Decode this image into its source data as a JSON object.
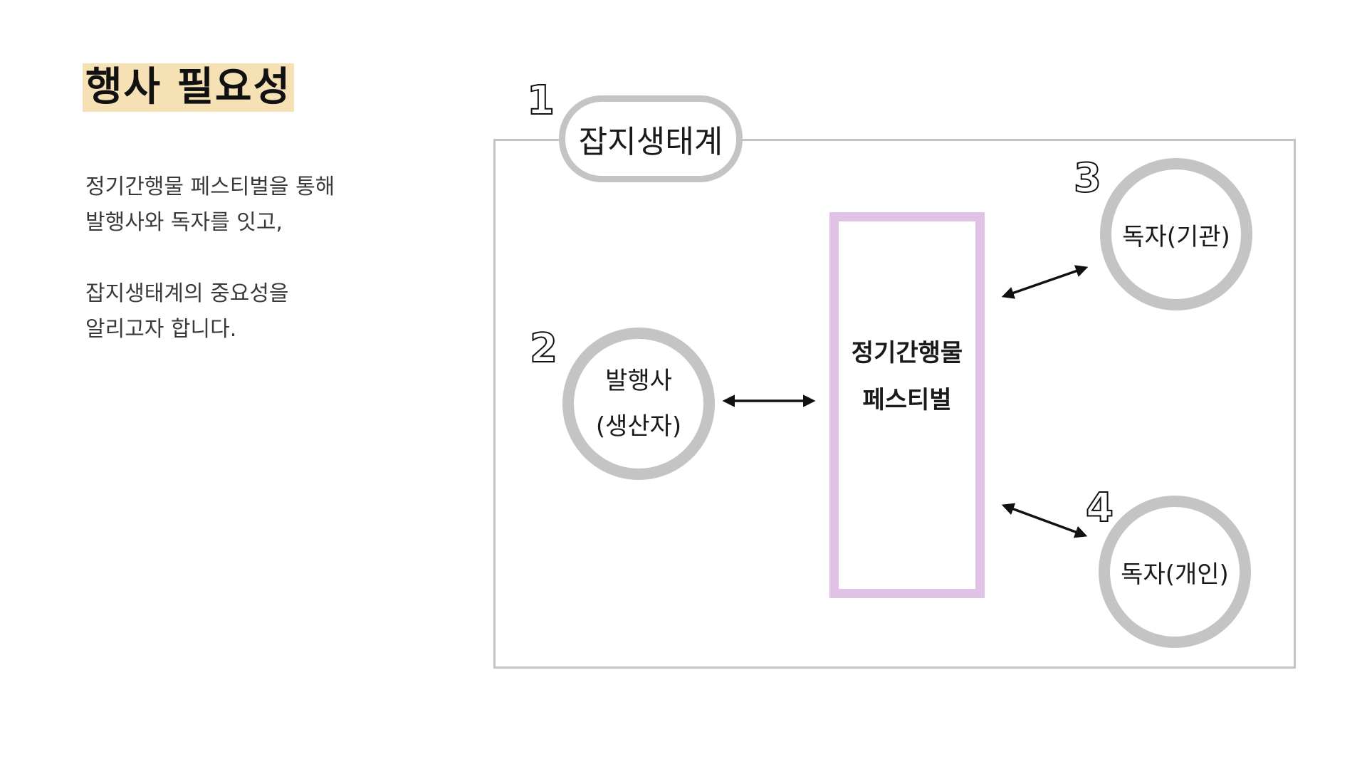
{
  "title": "행사 필요성",
  "description": {
    "lines": [
      "정기간행물 페스티벌을 통해",
      "발행사와 독자를 잇고,",
      "잡지생태계의 중요성을",
      "알리고자 합니다."
    ]
  },
  "diagram": {
    "ecosystem_label": "잡지생태계",
    "numbers": [
      "1",
      "2",
      "3",
      "4"
    ],
    "publisher": {
      "line1": "발행사",
      "line2": "(생산자)"
    },
    "festival": {
      "line1": "정기간행물",
      "line2": "페스티벌"
    },
    "reader_institution": "독자(기관)",
    "reader_individual": "독자(개인)"
  },
  "colors": {
    "title_highlight": "#f5e1b4",
    "festival_border": "#e0c2e6",
    "circle_border": "#c4c4c4",
    "frame_border": "#c4c4c4"
  }
}
